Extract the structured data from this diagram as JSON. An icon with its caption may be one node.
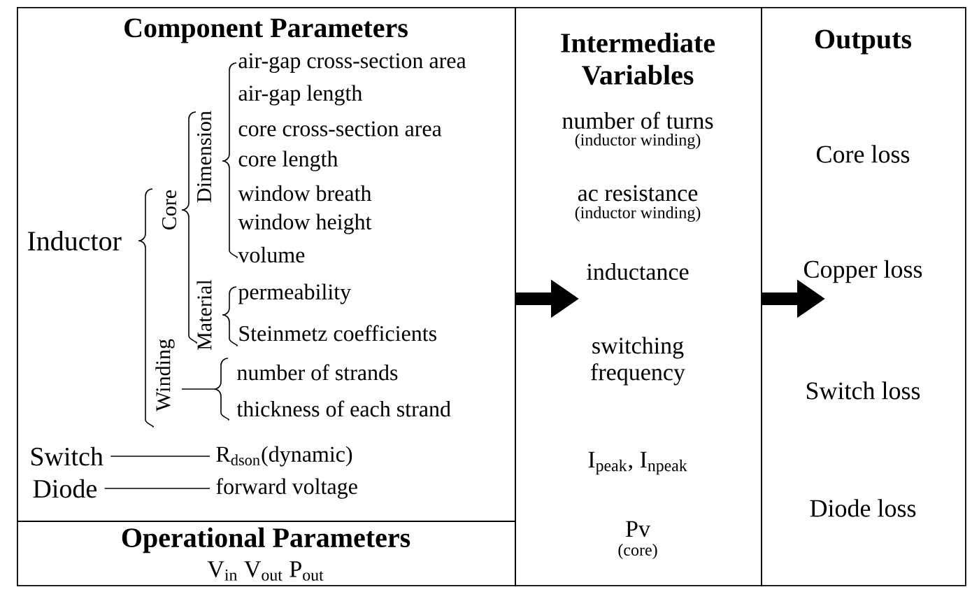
{
  "diagram": {
    "nodes": [
      {
        "text": [
          "Component Parameters",
          "Inductor",
          "Core",
          "Dimension",
          "air-gap cross-section area",
          "air-gap length",
          "core cross-section area",
          "core length",
          "window breath",
          "window height",
          "volume",
          "Material",
          "permeability",
          "Steinmetz coefficients",
          "Winding",
          "number of strands",
          "thickness of each strand"
        ]
      },
      {
        "text": [
          "Switch"
        ],
        "in": 0
      },
      {
        "text": [
          "R$_{dson}$(dynamic)"
        ],
        "in": 0
      },
      {
        "text": [
          "Diode"
        ],
        "in": 0
      },
      {
        "text": [
          "forward voltage"
        ],
        "in": 0
      },
      {
        "text": [
          "Operational Parameters",
          "V$_{in}$ V$_{out}$ P$_{out}$"
        ]
      },
      {
        "text": [
          "Intermediate Variables",
          "number of turns",
          "(inductor winding)",
          "ac resistance",
          "(inductor winding)",
          "inductance",
          "switching frequency",
          "I$_{peak}$, I$_{npeak}$",
          "Pv",
          "(core)"
        ]
      },
      {
        "text": [
          "Outputs",
          "Core loss",
          "Copper loss",
          "Switch loss",
          "Diode loss"
        ]
      }
    ],
    "edges": [
      {
        "from": 1,
        "to": 2,
        "arrow": "none"
      },
      {
        "from": 3,
        "to": 4,
        "arrow": "none"
      },
      {
        "from": 0,
        "to": 6,
        "arrow": "to",
        "style": "thick"
      },
      {
        "from": 6,
        "to": 7,
        "arrow": "to",
        "style": "thick"
      }
    ]
  }
}
